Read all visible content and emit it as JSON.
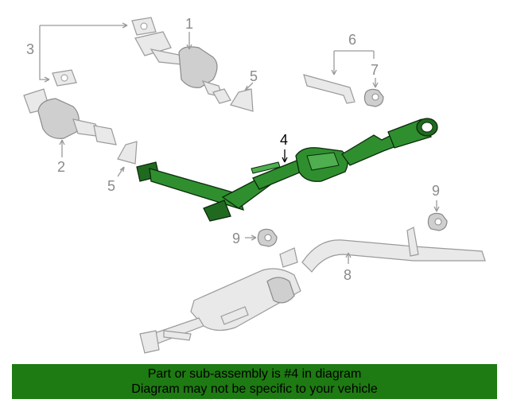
{
  "callouts": {
    "c1": "1",
    "c2": "2",
    "c3": "3",
    "c4": "4",
    "c5a": "5",
    "c5b": "5",
    "c6": "6",
    "c7": "7",
    "c8": "8",
    "c9a": "9",
    "c9b": "9"
  },
  "banner": {
    "line1": "Part or sub-assembly is #4 in diagram",
    "line2": "Diagram may not be specific to your vehicle"
  },
  "colors": {
    "highlight": "#2f8f2f",
    "banner_bg": "#1e7a12"
  }
}
